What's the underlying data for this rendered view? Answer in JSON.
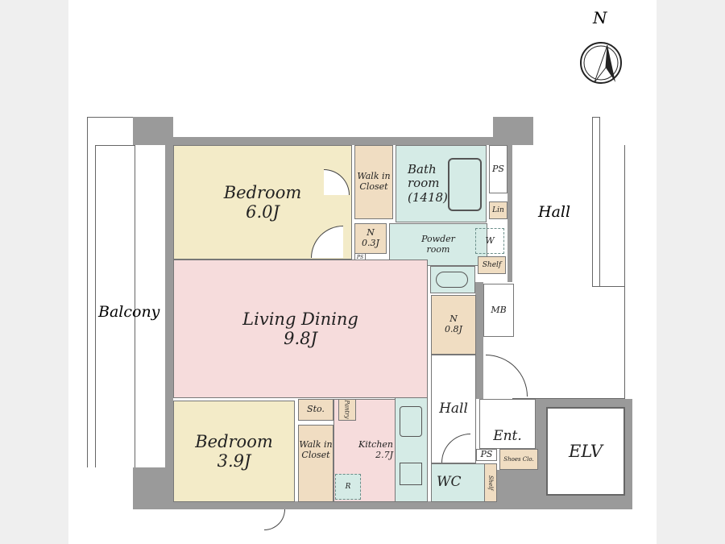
{
  "compass": {
    "label": "N"
  },
  "rooms": {
    "bedroom1": {
      "name": "Bedroom",
      "size": "6.0J"
    },
    "walk_in_closet1": {
      "line1": "Walk in",
      "line2": "Closet"
    },
    "bath": {
      "line1": "Bath",
      "line2": "room",
      "line3": "(1418)"
    },
    "ps_top": "PS",
    "lin": "Lin",
    "n_small": {
      "name": "N",
      "size": "0.3J"
    },
    "ps_tiny": "PS",
    "powder": {
      "line1": "Powder",
      "line2": "room"
    },
    "w": "W",
    "shelf1": "Shelf",
    "living": {
      "name": "Living Dining",
      "size": "9.8J"
    },
    "n_mid": {
      "name": "N",
      "size": "0.8J"
    },
    "mb": "MB",
    "hall_inner": "Hall",
    "hall_outer": "Hall",
    "balcony": "Balcony",
    "bedroom2": {
      "name": "Bedroom",
      "size": "3.9J"
    },
    "sto": "Sto.",
    "pantry": "Pantry",
    "walk_in_closet2": {
      "line1": "Walk in",
      "line2": "Closet"
    },
    "kitchen": {
      "name": "Kitchen",
      "size": "2.7J"
    },
    "r": "R",
    "ent": "Ent.",
    "ps_ent": "PS",
    "shoes": "Shoes Clo.",
    "wc": "WC",
    "shelf2": "Shelf",
    "elv": "ELV"
  }
}
